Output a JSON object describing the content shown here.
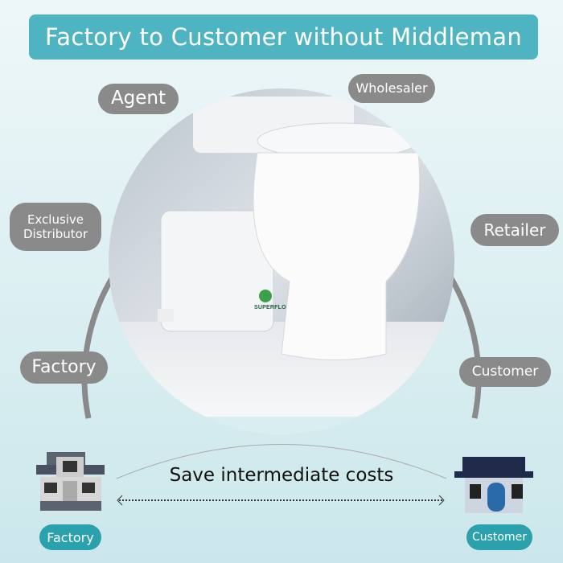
{
  "title": "Factory to Customer without Middleman",
  "channel_labels": {
    "agent": "Agent",
    "wholesaler": "Wholesaler",
    "exclusive_distributor": "Exclusive Distributor",
    "retailer": "Retailer",
    "factory": "Factory",
    "customer": "Customer"
  },
  "product_brand": "SUPERFLO",
  "bottom": {
    "message": "Save intermediate costs",
    "factory": "Factory",
    "customer": "Customer"
  },
  "colors": {
    "accent": "#4fb4c1",
    "pill": "#8a8a8a",
    "tag": "#2aa1ad"
  }
}
